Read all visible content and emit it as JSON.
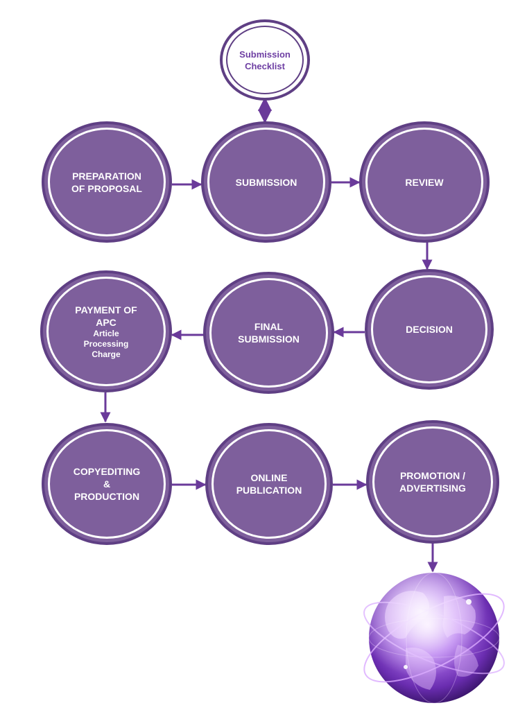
{
  "colors": {
    "node_fill": "#7e5f9c",
    "node_border": "#5f3f84",
    "ring": "#ffffff",
    "arrow": "#6a3a9a",
    "checklist_text": "#6e3fa3",
    "globe": "#a060e0"
  },
  "nodes": {
    "checklist": {
      "lines": [
        "Submission",
        "Checklist"
      ]
    },
    "preparation": {
      "lines": [
        "PREPARATION",
        "OF PROPOSAL"
      ]
    },
    "submission": {
      "lines": [
        "SUBMISSION"
      ]
    },
    "review": {
      "lines": [
        "REVIEW"
      ]
    },
    "payment": {
      "lines": [
        "PAYMENT OF",
        "APC"
      ],
      "sub": [
        "Article",
        "Processing",
        "Charge"
      ]
    },
    "final": {
      "lines": [
        "FINAL",
        "SUBMISSION"
      ]
    },
    "decision": {
      "lines": [
        "DECISION"
      ]
    },
    "copyediting": {
      "lines": [
        "COPYEDITING",
        "&",
        "PRODUCTION"
      ]
    },
    "online": {
      "lines": [
        "ONLINE",
        "PUBLICATION"
      ]
    },
    "promotion": {
      "lines": [
        "PROMOTION /",
        "ADVERTISING"
      ]
    }
  },
  "globe": {
    "icon": "globe-icon"
  }
}
